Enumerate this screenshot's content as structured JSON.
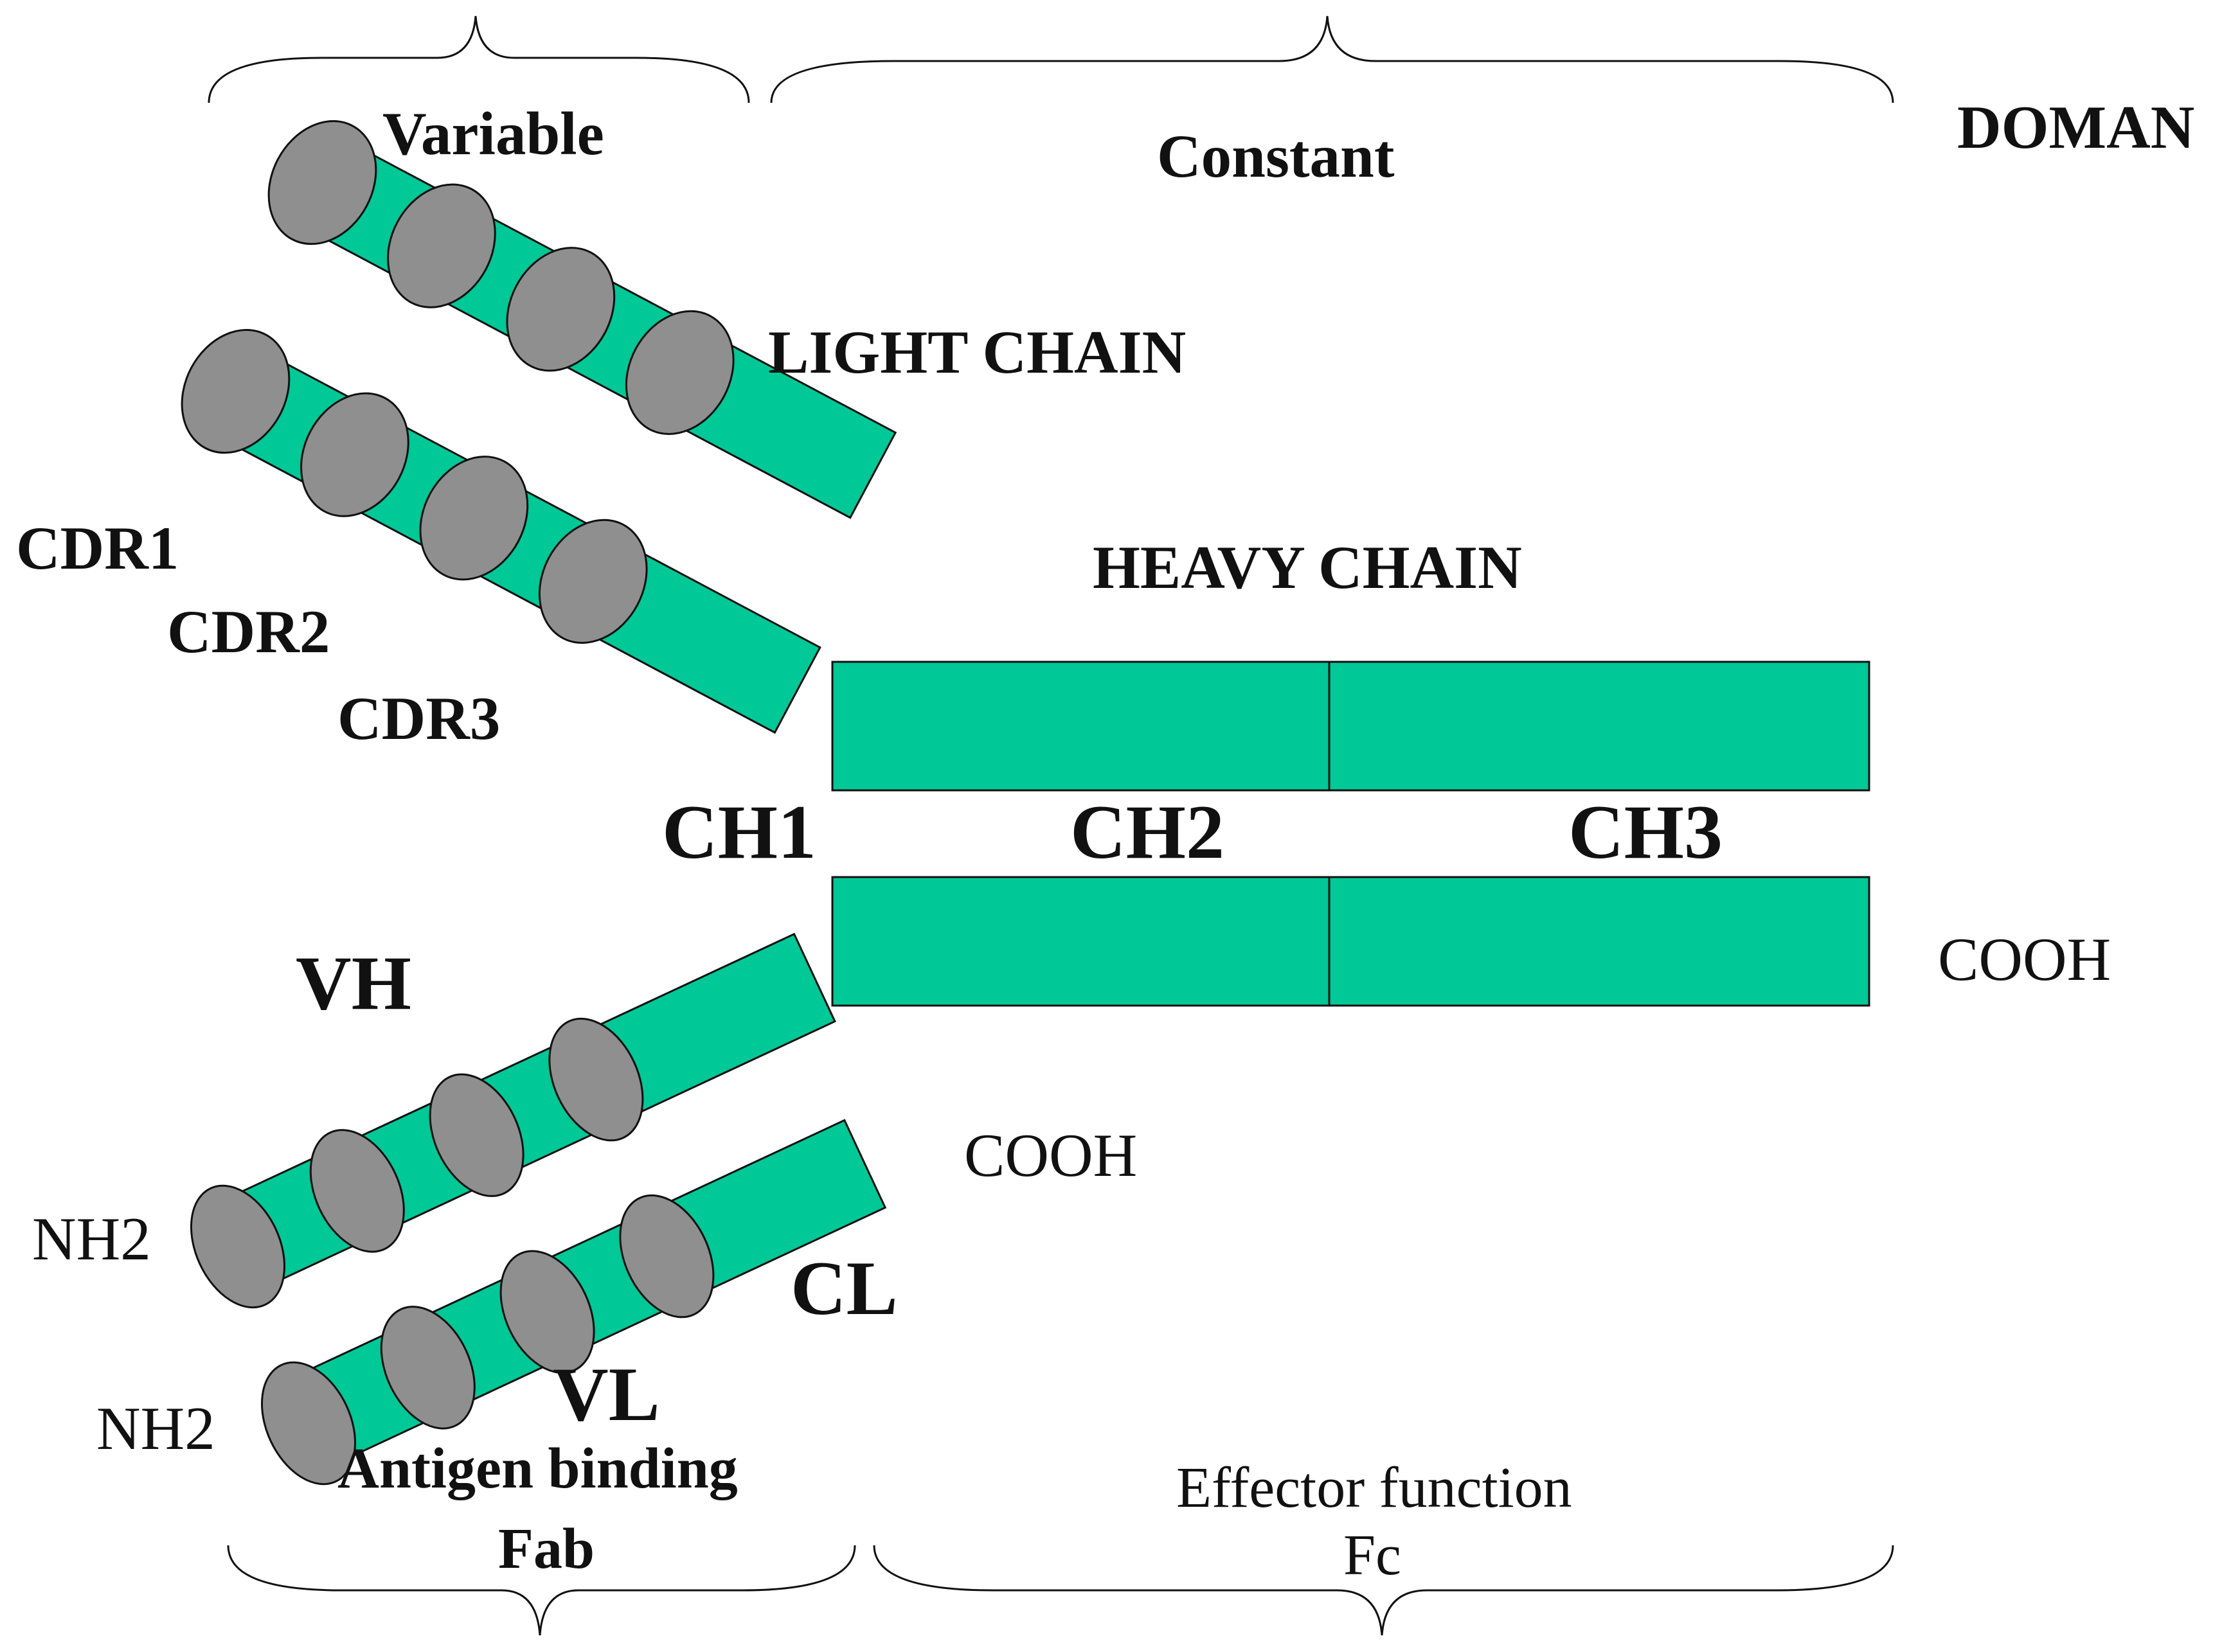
{
  "domain_label": "DOMAN",
  "top_braces": {
    "variable": "Variable",
    "constant": "Constant"
  },
  "chains": {
    "light": "LIGHT CHAIN",
    "heavy": "HEAVY CHAIN"
  },
  "cdrs": [
    "CDR1",
    "CDR2",
    "CDR3"
  ],
  "heavy_domains": {
    "ch1": "CH1",
    "ch2": "CH2",
    "ch3": "CH3"
  },
  "regions": {
    "vh": "VH",
    "vl": "VL",
    "cl": "CL"
  },
  "termini": {
    "heavy_cooh": "COOH",
    "light_cooh": "COOH",
    "nh2_upper": "NH2",
    "nh2_lower": "NH2"
  },
  "bottom_braces": {
    "fab_function": "Antigen binding",
    "fab": "Fab",
    "fc_function": "Effector function",
    "fc": "Fc"
  },
  "colors": {
    "domain_fill": "#00c896",
    "cdr_fill": "#8f8f8f",
    "outline": "#111111"
  }
}
